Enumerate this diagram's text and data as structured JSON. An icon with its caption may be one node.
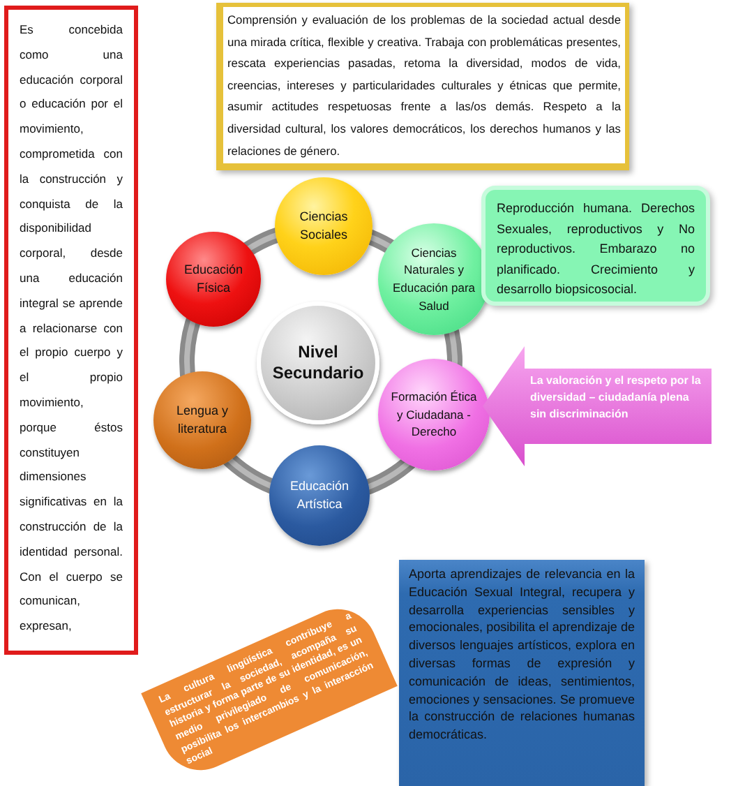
{
  "diagram": {
    "nodes": [
      {
        "text": [
          "Es concebida como una educación corporal o educación por el movimiento, comprometida con la construcción y conquista de la disponibilidad corporal, desde una educación integral se aprende a relacionarse con el propio cuerpo y el propio movimiento, porque éstos constituyen dimensiones significativas en la construcción de la identidad personal. Con el cuerpo se comunican, expresan,"
        ]
      },
      {
        "text": [
          "Comprensión y evaluación de los problemas de la sociedad actual desde una mirada crítica, flexible y creativa. Trabaja con problemáticas presentes, rescata experiencias pasadas, retoma la diversidad, modos de vida, creencias, intereses y particularidades culturales y étnicas que permite, asumir actitudes respetuosas frente a las/os demás. Respeto a la diversidad cultural, los valores democráticos, los derechos humanos y las relaciones de género."
        ]
      },
      {
        "text": [
          "Ciencias Sociales"
        ]
      },
      {
        "text": [
          "Ciencias Naturales y Educación para Salud"
        ]
      },
      {
        "text": [
          "Reproducción humana. Derechos Sexuales, reproductivos y No reproductivos. Embarazo no planificado. Crecimiento y desarrollo biopsicosocial."
        ]
      },
      {
        "text": [
          "Educación Física"
        ]
      },
      {
        "text": [
          "Nivel Secundario"
        ]
      },
      {
        "text": [
          "Formación Ética y Ciudadana - Derecho"
        ]
      },
      {
        "text": [
          "La valoración y el respeto por la diversidad – ciudadanía plena sin discriminación"
        ]
      },
      {
        "text": [
          "Lengua y literatura"
        ]
      },
      {
        "text": [
          "Educación Artística"
        ]
      },
      {
        "text": [
          "La cultura lingüística contribuye a estructurar la sociedad, acompaña su historia y forma parte de su identidad, es un medio privilegiado de comunicación, posibilita los intercambios y la interacción social"
        ]
      },
      {
        "text": [
          "Aporta aprendizajes de relevancia en la Educación Sexual Integral, recupera y desarrolla experiencias sensibles y emocionales, posibilita el aprendizaje de diversos lenguajes artísticos, explora en diversas formas de expresión y comunicación de ideas, sentimientos, emociones y sensaciones. Se promueve la construcción de relaciones humanas democráticas."
        ]
      }
    ]
  }
}
